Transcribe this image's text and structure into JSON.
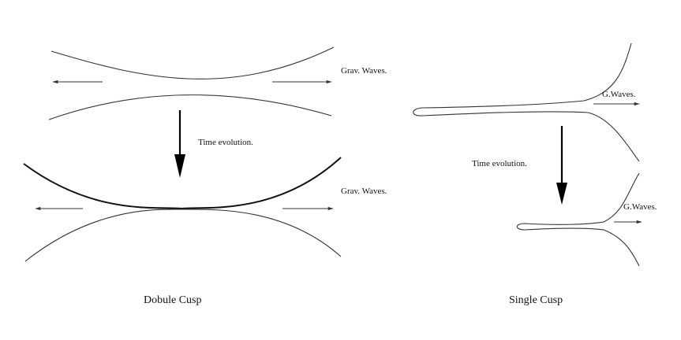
{
  "double_cusp": {
    "top_label": "Grav. Waves.",
    "time_label": "Time evolution.",
    "bottom_label": "Grav. Waves.",
    "caption": "Dobule Cusp"
  },
  "single_cusp": {
    "top_label": "G.Waves.",
    "time_label": "Time evolution.",
    "bottom_label": "G.Waves.",
    "caption": "Single Cusp"
  }
}
